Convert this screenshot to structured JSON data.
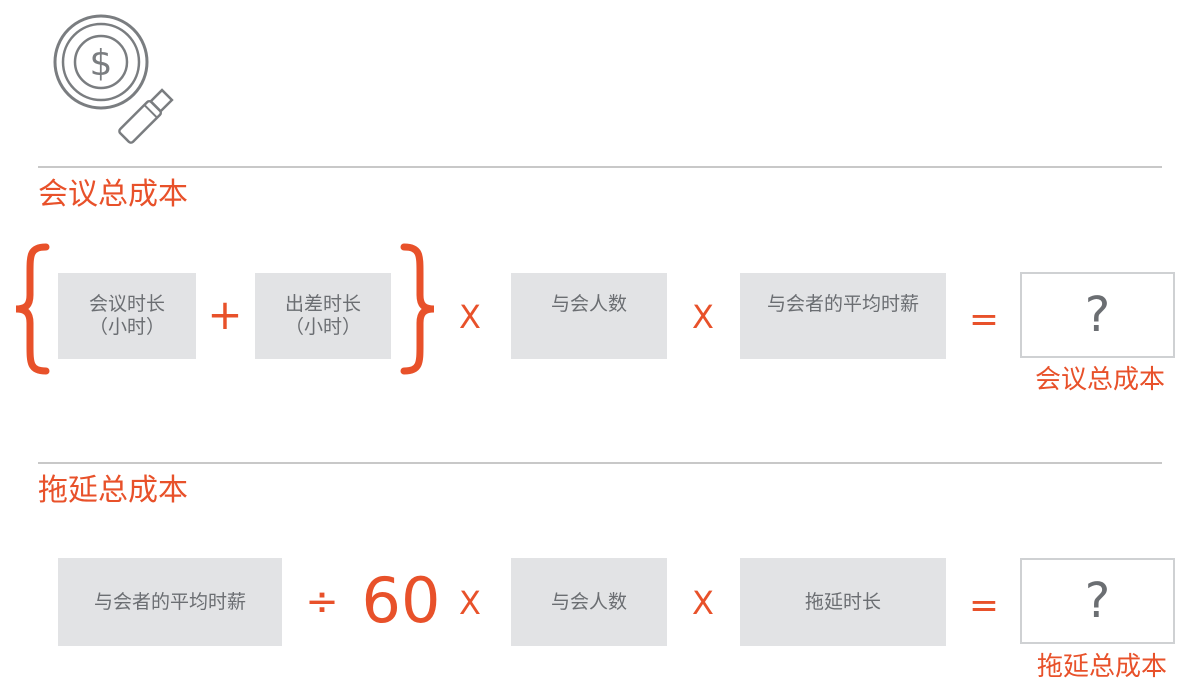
{
  "colors": {
    "accent": "#e8512a",
    "box_fill": "#e2e3e5",
    "box_text": "#6b6e72",
    "divider": "#c8c8c8"
  },
  "header_icon": "magnifier-dollar-icon",
  "meeting": {
    "title": "会议总成本",
    "box1": {
      "line1": "会议时长",
      "line2": "（小时）"
    },
    "plus": "+",
    "box2": {
      "line1": "出差时长",
      "line2": "（小时）"
    },
    "times1": "X",
    "box3": "与会人数",
    "times2": "X",
    "box4": "与会者的平均时薪",
    "equals": "=",
    "result": "?",
    "result_label": "会议总成本"
  },
  "delay": {
    "title": "拖延总成本",
    "box1": "与会者的平均时薪",
    "divide": "÷",
    "number": "60",
    "times1": "X",
    "box2": "与会人数",
    "times2": "X",
    "box3": "拖延时长",
    "equals": "=",
    "result": "?",
    "result_label": "拖延总成本"
  }
}
